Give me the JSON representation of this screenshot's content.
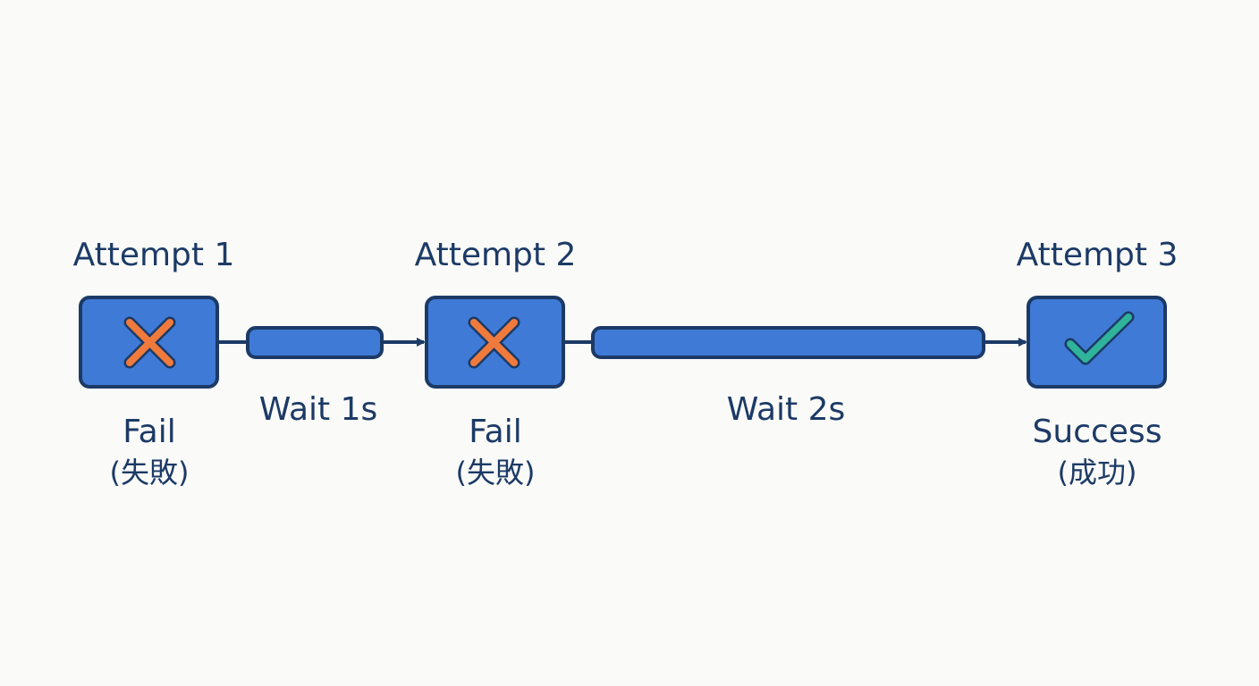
{
  "colors": {
    "background": "#fafaf8",
    "box_fill": "#3f7ad6",
    "box_stroke": "#1c3a66",
    "text": "#1c3a66",
    "fail_mark": "#f07a3c",
    "success_mark": "#2fb39a"
  },
  "attempts": [
    {
      "title": "Attempt 1",
      "status": "Fail",
      "status_sub": "(失敗)",
      "icon": "x-icon"
    },
    {
      "title": "Attempt 2",
      "status": "Fail",
      "status_sub": "(失敗)",
      "icon": "x-icon"
    },
    {
      "title": "Attempt 3",
      "status": "Success",
      "status_sub": "(成功)",
      "icon": "check-icon"
    }
  ],
  "waits": [
    {
      "label": "Wait 1s",
      "seconds": 1
    },
    {
      "label": "Wait 2s",
      "seconds": 2
    }
  ]
}
